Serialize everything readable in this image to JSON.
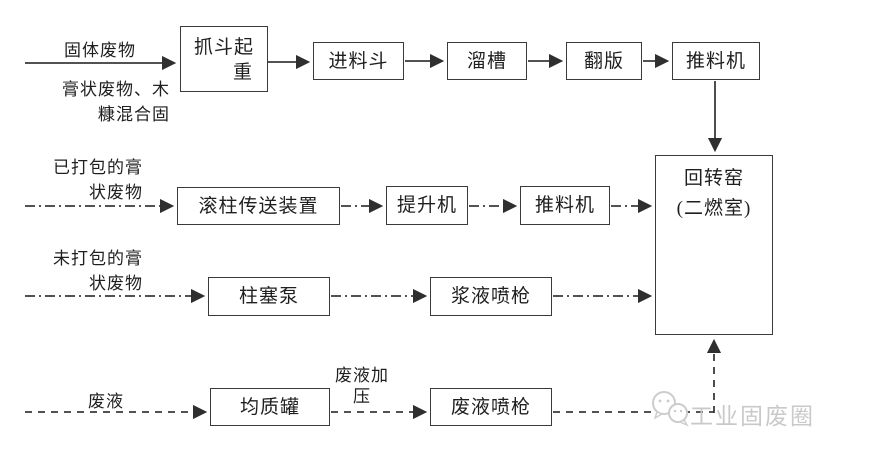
{
  "diagram_type": "waste-incineration-process-flow",
  "streams": {
    "solid_waste": {
      "label": "固体废物",
      "sub_line1": "膏状废物、木",
      "sub_line2": "糠混合固"
    },
    "packed_paste": {
      "line1": "已打包的膏",
      "line2": "状废物"
    },
    "unpacked_paste": {
      "line1": "未打包的膏",
      "line2": "状废物"
    },
    "waste_liquid": {
      "label": "废液",
      "pressure_line1": "废液加",
      "pressure_line2": "压"
    }
  },
  "nodes": {
    "grab_crane_line1": "抓斗起",
    "grab_crane_line2": "重",
    "feed_hopper": "进料斗",
    "chute": "溜槽",
    "flip_plate": "翻版",
    "pusher_top": "推料机",
    "roller_conveyor": "滚柱传送装置",
    "elevator": "提升机",
    "pusher_mid": "推料机",
    "plunger_pump": "柱塞泵",
    "slurry_spray_gun": "浆液喷枪",
    "homogenizing_tank": "均质罐",
    "waste_liquid_spray_gun": "废液喷枪",
    "rotary_kiln_line1": "回转窑",
    "rotary_kiln_line2": "(二燃室)"
  },
  "watermark": {
    "text": "工业固废圈"
  },
  "colors": {
    "line": "#3a3a3a",
    "box_border": "#3a3a3a",
    "text": "#1f1f1f",
    "watermark": "#c9c9c9",
    "background": "#ffffff"
  }
}
